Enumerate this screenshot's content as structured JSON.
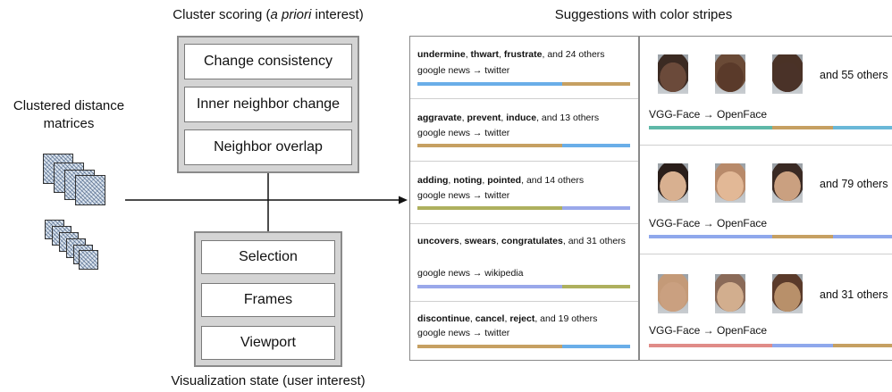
{
  "cluster_scoring": {
    "caption_pre": "Cluster scoring (",
    "caption_italic": "a priori",
    "caption_post": " interest)",
    "items": [
      "Change consistency",
      "Inner neighbor change",
      "Neighbor overlap"
    ]
  },
  "visualization_state": {
    "caption": "Visualization state (user interest)",
    "items": [
      "Selection",
      "Frames",
      "Viewport"
    ]
  },
  "input": {
    "caption_line1": "Clustered distance",
    "caption_line2": "matrices"
  },
  "suggestions": {
    "caption": "Suggestions with color stripes",
    "word_clusters": [
      {
        "bold_words": [
          "undermine",
          "thwart",
          "frustrate"
        ],
        "rest": ", and 24 others",
        "source": "google news → twitter",
        "stripe": [
          {
            "color": "#6aaee8",
            "frac": 0.68
          },
          {
            "color": "#c6a062",
            "frac": 0.32
          }
        ]
      },
      {
        "bold_words": [
          "aggravate",
          "prevent",
          "induce"
        ],
        "rest": ", and 13 others",
        "source": "google news → twitter",
        "stripe": [
          {
            "color": "#c6a062",
            "frac": 0.68
          },
          {
            "color": "#6aaee8",
            "frac": 0.32
          }
        ]
      },
      {
        "bold_words": [
          "adding",
          "noting",
          "pointed"
        ],
        "rest": ", and 14 others",
        "source": "google news → twitter",
        "stripe": [
          {
            "color": "#aeb05e",
            "frac": 0.68
          },
          {
            "color": "#9aa8ea",
            "frac": 0.32
          }
        ]
      },
      {
        "bold_words": [
          "uncovers",
          "swears",
          "congratulates"
        ],
        "rest": ", and 31 others",
        "source": "google news → wikipedia",
        "stripe": [
          {
            "color": "#9aa8ea",
            "frac": 0.68
          },
          {
            "color": "#aeb05e",
            "frac": 0.32
          }
        ]
      },
      {
        "bold_words": [
          "discontinue",
          "cancel",
          "reject"
        ],
        "rest": ", and 19 others",
        "source": "google news → twitter",
        "stripe": [
          {
            "color": "#c6a062",
            "frac": 0.68
          },
          {
            "color": "#6aaee8",
            "frac": 0.32
          }
        ]
      }
    ],
    "face_clusters": [
      {
        "others": "and 55 others",
        "source": "VGG-Face → OpenFace",
        "faces": [
          "face-photo-1",
          "face-photo-2",
          "face-photo-3"
        ],
        "stripe": [
          {
            "color": "#5fb8a8",
            "frac": 0.5
          },
          {
            "color": "#c6a062",
            "frac": 0.25
          },
          {
            "color": "#6ab8d8",
            "frac": 0.25
          }
        ]
      },
      {
        "others": "and 79 others",
        "source": "VGG-Face → OpenFace",
        "faces": [
          "face-photo-4",
          "face-photo-5",
          "face-photo-6"
        ],
        "stripe": [
          {
            "color": "#8fa8ec",
            "frac": 0.5
          },
          {
            "color": "#c6a062",
            "frac": 0.25
          },
          {
            "color": "#8fa8ec",
            "frac": 0.25
          }
        ]
      },
      {
        "others": "and 31 others",
        "source": "VGG-Face → OpenFace",
        "faces": [
          "face-photo-7",
          "face-photo-8",
          "face-photo-9"
        ],
        "stripe": [
          {
            "color": "#e08c88",
            "frac": 0.5
          },
          {
            "color": "#8fa8ec",
            "frac": 0.25
          },
          {
            "color": "#c6a062",
            "frac": 0.25
          }
        ]
      }
    ]
  }
}
